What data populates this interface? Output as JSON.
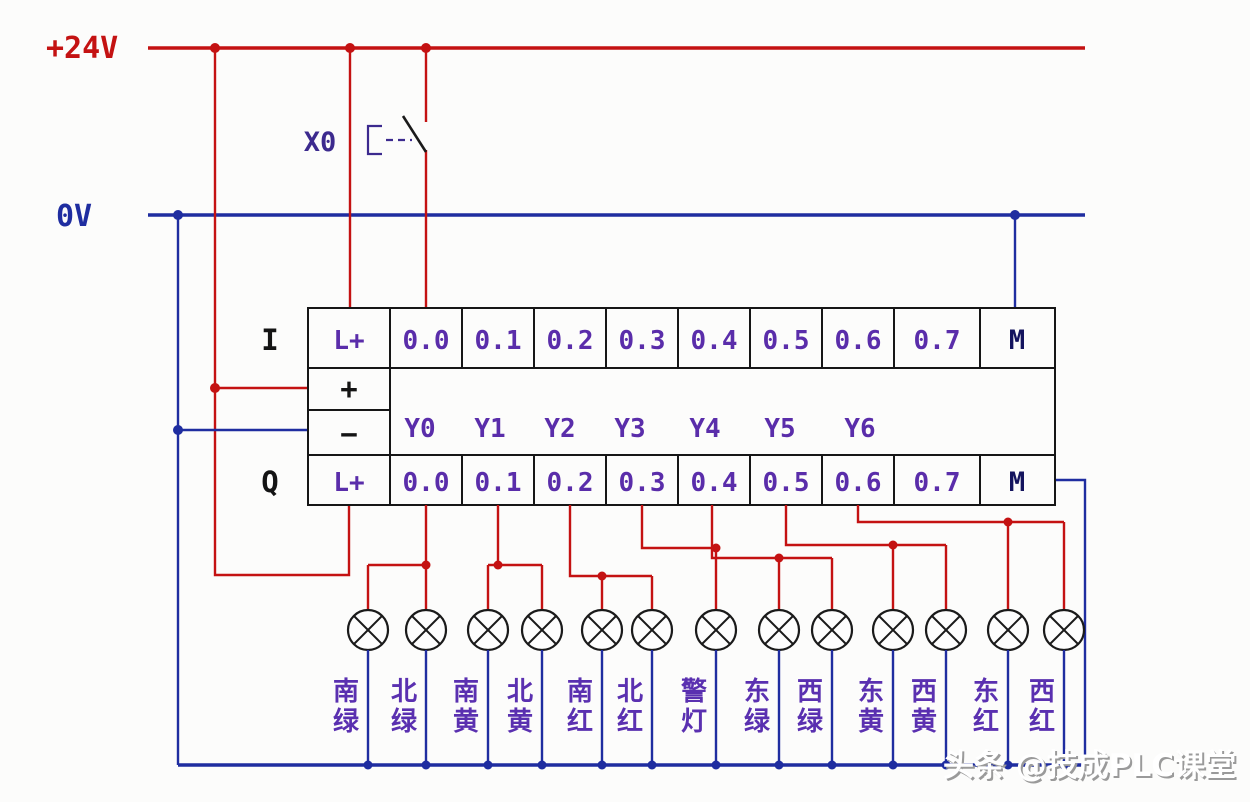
{
  "rails": {
    "positive_label": "+24V",
    "zero_label": "0V"
  },
  "input_switch": {
    "label": "X0"
  },
  "plc": {
    "input_row_label": "I",
    "output_row_label": "Q",
    "sensor_supply_plus": "+",
    "sensor_supply_minus": "−",
    "lplus_label": "L+",
    "m_label": "M",
    "input_terminals": [
      "0.0",
      "0.1",
      "0.2",
      "0.3",
      "0.4",
      "0.5",
      "0.6",
      "0.7"
    ],
    "output_labels": [
      "Y0",
      "Y1",
      "Y2",
      "Y3",
      "Y4",
      "Y5",
      "Y6"
    ],
    "output_terminals": [
      "0.0",
      "0.1",
      "0.2",
      "0.3",
      "0.4",
      "0.5",
      "0.6",
      "0.7"
    ]
  },
  "lamps": [
    {
      "label": "南绿"
    },
    {
      "label": "北绿"
    },
    {
      "label": "南黄"
    },
    {
      "label": "北黄"
    },
    {
      "label": "南红"
    },
    {
      "label": "北红"
    },
    {
      "label": "警灯"
    },
    {
      "label": "东绿"
    },
    {
      "label": "西绿"
    },
    {
      "label": "东黄"
    },
    {
      "label": "西黄"
    },
    {
      "label": "东红"
    },
    {
      "label": "西红"
    }
  ],
  "watermark": {
    "text": "头条 @技成PLC课堂"
  },
  "colors": {
    "wire_red": "#c41212",
    "wire_blue": "#1f2da0",
    "terminal_text": "#5a2daa",
    "lamp_label_text": "#5a30b0"
  }
}
